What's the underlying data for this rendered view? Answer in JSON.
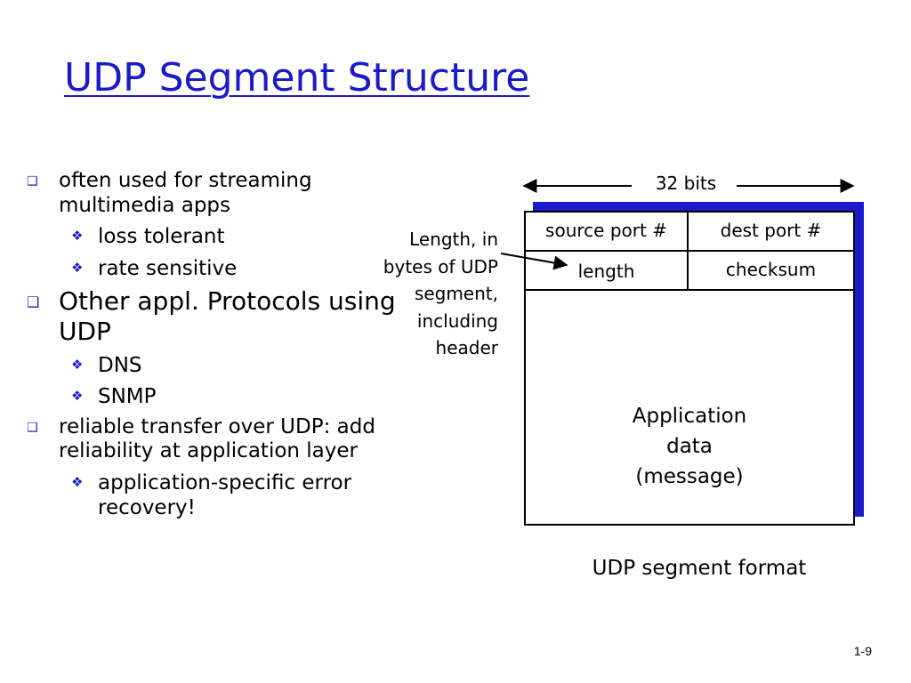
{
  "title": "UDP Segment Structure",
  "bullets": [
    {
      "level": 1,
      "marker": "square-hollow-icon",
      "text": "often used for streaming multimedia apps"
    },
    {
      "level": 2,
      "marker": "diamond-star-icon",
      "text": "loss tolerant"
    },
    {
      "level": 2,
      "marker": "diamond-star-icon",
      "text": "rate sensitive"
    },
    {
      "level": 1,
      "marker": "square-hollow-icon",
      "text": "Other appl. Protocols using UDP"
    },
    {
      "level": 2,
      "marker": "diamond-star-icon",
      "text": "DNS"
    },
    {
      "level": 2,
      "marker": "diamond-star-icon",
      "text": "SNMP"
    },
    {
      "level": 1,
      "marker": "square-hollow-icon",
      "text": "reliable transfer over UDP: add reliability at application layer"
    },
    {
      "level": 2,
      "marker": "diamond-star-icon",
      "text": "application-specific error recovery!"
    }
  ],
  "diagram": {
    "width_label": "32 bits",
    "fields": {
      "source_port": "source port #",
      "dest_port": "dest port #",
      "length": "length",
      "checksum": "checksum"
    },
    "payload": [
      "Application",
      "data",
      "(message)"
    ],
    "length_note": [
      "Length, in",
      "bytes of UDP",
      "segment,",
      "including",
      "header"
    ],
    "caption": "UDP segment format"
  },
  "colors": {
    "accent": "#1a1acc",
    "text": "#000000",
    "background": "#ffffff"
  },
  "slide_number": "1-9"
}
